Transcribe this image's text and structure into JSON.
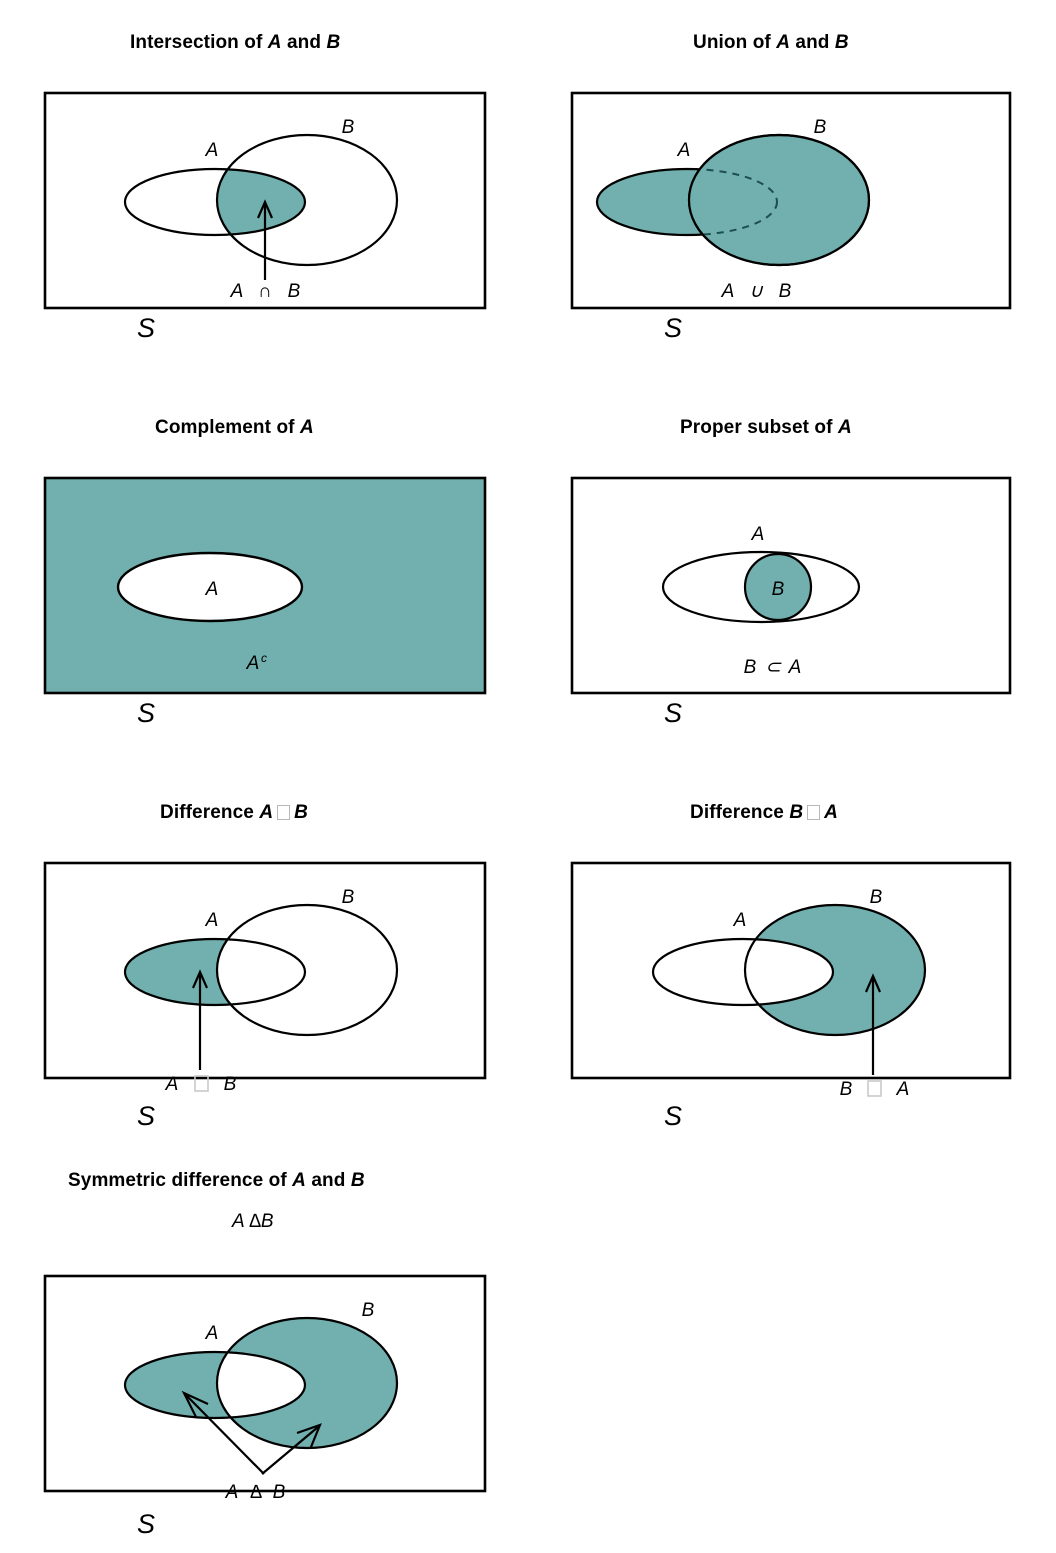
{
  "figure": {
    "kind": "set-theory-venn-diagrams",
    "universal_set_label": "S",
    "fill_color": "#71b0ae",
    "outline_color": "#000000",
    "dashed_color": "#1d4f4e",
    "background": "#ffffff"
  },
  "panels": [
    {
      "id": "intersection",
      "title_prefix": "Intersection of ",
      "title_a": "A",
      "title_mid": " and ",
      "title_b": "B",
      "set_a_label": "A",
      "set_b_label": "B",
      "universe_label": "S",
      "operation_label_left": "A",
      "operation_symbol": "∩",
      "operation_label_right": "B",
      "shaded_region": "A ∩ B",
      "has_arrow": true
    },
    {
      "id": "union",
      "title_prefix": "Union of ",
      "title_a": "A",
      "title_mid": " and ",
      "title_b": "B",
      "set_a_label": "A",
      "set_b_label": "B",
      "universe_label": "S",
      "operation_label_left": "A",
      "operation_symbol": "∪",
      "operation_label_right": "B",
      "shaded_region": "A ∪ B",
      "has_arrow": false
    },
    {
      "id": "complement",
      "title_prefix": "Complement of ",
      "title_a": "A",
      "title_mid": "",
      "title_b": "",
      "set_a_label": "A",
      "set_b_label": "",
      "universe_label": "S",
      "operation_label_left": "A",
      "operation_symbol": "c",
      "operation_label_right": "",
      "shaded_region": "Aᶜ",
      "has_arrow": false
    },
    {
      "id": "proper-subset",
      "title_prefix": "Proper subset of ",
      "title_a": "A",
      "title_mid": "",
      "title_b": "",
      "set_a_label": "A",
      "set_b_label": "B",
      "universe_label": "S",
      "operation_label_left": "B",
      "operation_symbol": "⊂",
      "operation_label_right": "A",
      "shaded_region": "B",
      "has_arrow": false
    },
    {
      "id": "difference-a-b",
      "title_prefix": "Difference ",
      "title_a": "A",
      "title_mid": "",
      "title_b": "B",
      "title_symbol_is_tofu": true,
      "set_a_label": "A",
      "set_b_label": "B",
      "universe_label": "S",
      "operation_label_left": "A",
      "operation_symbol": "□",
      "operation_label_right": "B",
      "shaded_region": "A minus B",
      "has_arrow": true
    },
    {
      "id": "difference-b-a",
      "title_prefix": "Difference ",
      "title_a": "B",
      "title_mid": "",
      "title_b": "A",
      "title_symbol_is_tofu": true,
      "set_a_label": "A",
      "set_b_label": "B",
      "universe_label": "S",
      "operation_label_left": "B",
      "operation_symbol": "□",
      "operation_label_right": "A",
      "shaded_region": "B minus A",
      "has_arrow": true
    },
    {
      "id": "symmetric-difference",
      "title_prefix": "Symmetric difference of ",
      "title_a": "A",
      "title_mid": " and ",
      "title_b": "B",
      "subcaption": "A ∆B",
      "set_a_label": "A",
      "set_b_label": "B",
      "universe_label": "S",
      "operation_label_left": "A",
      "operation_symbol": "∆",
      "operation_label_right": "B",
      "shaded_region": "A ∆ B",
      "has_arrow": true
    }
  ]
}
